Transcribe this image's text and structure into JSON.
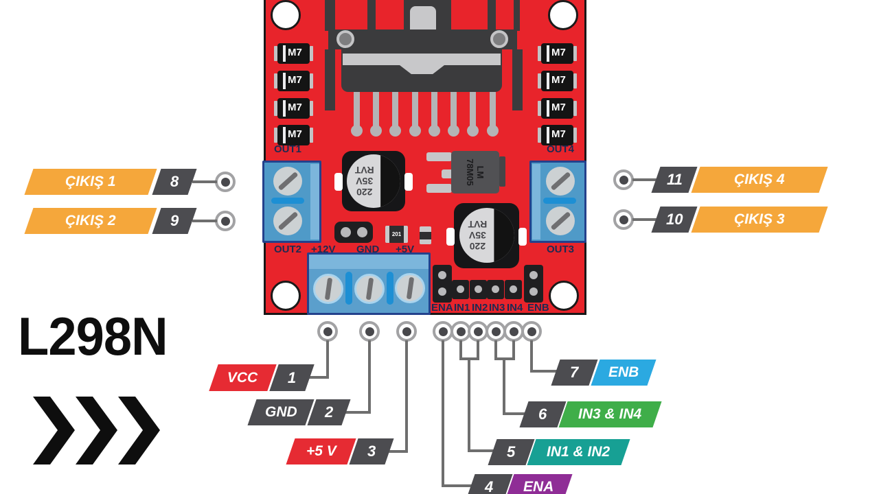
{
  "title": "L298N",
  "board": {
    "silk": {
      "out1": "OUT1",
      "out2": "OUT2",
      "out3": "OUT3",
      "out4": "OUT4",
      "p12v": "+12V",
      "pgnd": "GND",
      "p5v": "+5V",
      "ena": "ENA",
      "in1": "IN1",
      "in2": "IN2",
      "in3": "IN3",
      "in4": "IN4",
      "enb": "ENB"
    },
    "diode": "M7",
    "cap": {
      "l1": "220",
      "l2": "35V",
      "l3": "RVT"
    },
    "reg": {
      "l1": "LM",
      "l2": "78M05"
    },
    "smd": "201"
  },
  "outputs": {
    "left": [
      {
        "label": "ÇIKIŞ 1",
        "pin": "8"
      },
      {
        "label": "ÇIKIŞ 2",
        "pin": "9"
      }
    ],
    "right": [
      {
        "label": "ÇIKIŞ 4",
        "pin": "11"
      },
      {
        "label": "ÇIKIŞ 3",
        "pin": "10"
      }
    ]
  },
  "control_pins": [
    {
      "pin": "1",
      "label": "VCC"
    },
    {
      "pin": "2",
      "label": "GND"
    },
    {
      "pin": "3",
      "label": "+5 V"
    },
    {
      "pin": "4",
      "label": "ENA"
    },
    {
      "pin": "5",
      "label": "IN1 & IN2"
    },
    {
      "pin": "6",
      "label": "IN3 & IN4"
    },
    {
      "pin": "7",
      "label": "ENB"
    }
  ],
  "colors": {
    "board_red": "#e8242b",
    "label_orange": "#f5a73b",
    "label_gray": "#4c4c50",
    "label_red": "#e62b33",
    "label_blue": "#2ba9e1",
    "label_green": "#3fae49",
    "label_teal": "#17a094",
    "label_purple": "#8f2d96"
  }
}
